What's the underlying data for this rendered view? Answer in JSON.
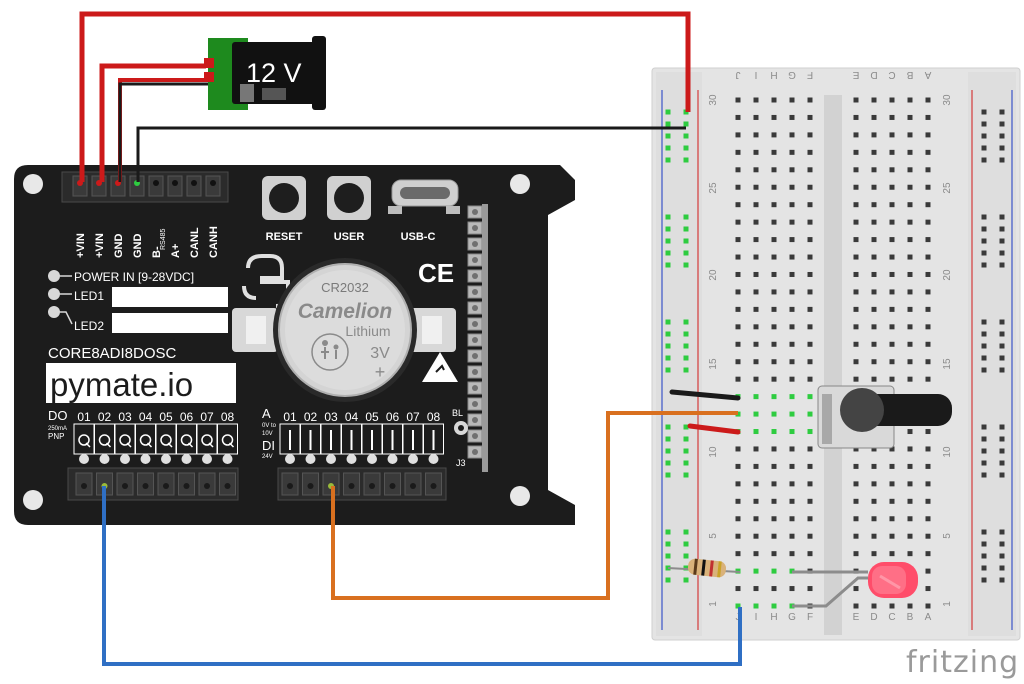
{
  "board": {
    "name": "CORE8ADI8DOSC",
    "logo": "pymate.io",
    "buttons": [
      "RESET",
      "USER",
      "USB-C"
    ],
    "power_pins": [
      "+VIN",
      "+VIN",
      "GND",
      "GND",
      "B-",
      "A+",
      "CANL",
      "CANH"
    ],
    "rs485_label": "RS485",
    "power_in_label": "POWER IN [9-28VDC]",
    "led1_label": "LED1",
    "led2_label": "LED2",
    "do_label": "DO",
    "do_sub1": "250mA",
    "do_sub2": "PNP",
    "do_channels": [
      "01",
      "02",
      "03",
      "04",
      "05",
      "06",
      "07",
      "08"
    ],
    "a_label": "A",
    "a_sub1": "0V to",
    "a_sub2": "10V",
    "di_label": "DI",
    "di_sub": "24V",
    "a_channels": [
      "01",
      "02",
      "03",
      "04",
      "05",
      "06",
      "07",
      "08"
    ],
    "bl_label": "BL",
    "j3_label": "J3",
    "ce_mark": "CE"
  },
  "battery": {
    "type": "CR2032",
    "brand": "Camelion",
    "chem": "Lithium",
    "volt": "3V",
    "plus": "+"
  },
  "power_supply": {
    "label": "12 V"
  },
  "breadboard": {
    "letters_left": [
      "J",
      "I",
      "H",
      "G",
      "F"
    ],
    "letters_right": [
      "E",
      "D",
      "C",
      "B",
      "A"
    ],
    "row_numbers": [
      "30",
      "25",
      "20",
      "15",
      "10",
      "5",
      "1"
    ]
  },
  "watermark": "fritzing",
  "colors": {
    "pcb": "#1c1c1c",
    "wire_red": "#cc1a1a",
    "wire_black": "#1a1a1a",
    "wire_orange": "#d9701f",
    "wire_blue": "#2f6fc4",
    "wire_gray": "#8c8c8c",
    "led": "#ff4d6a",
    "breadboard": "#e6e6e6",
    "rail_red": "#d43b3b",
    "rail_blue": "#3b55c9",
    "active_hole": "#2ecc40"
  }
}
